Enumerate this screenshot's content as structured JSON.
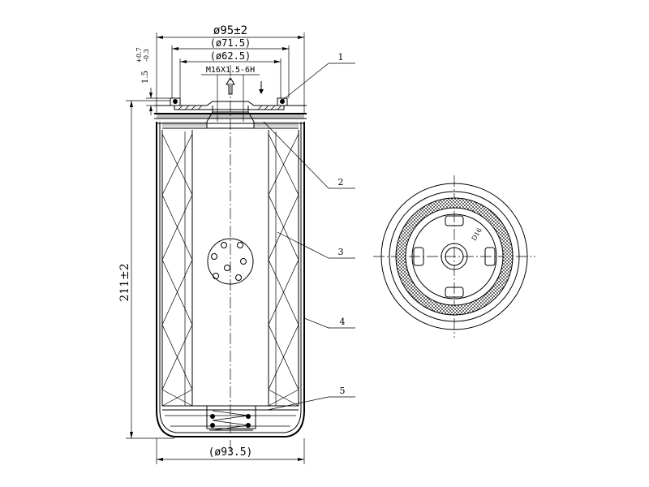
{
  "dimensions": {
    "outer_diameter": "ø95±2",
    "gasket_outer": "(ø71.5)",
    "gasket_inner": "(ø62.5)",
    "thread": "M16X1.5-6H",
    "height": "211±2",
    "bottom_diameter": "(ø93.5)",
    "gasket_height": "1.5",
    "gasket_tol_upper": "+0.7",
    "gasket_tol_lower": "-0.3"
  },
  "callouts": [
    "1",
    "2",
    "3",
    "4",
    "5"
  ],
  "top_view_mark": "D16",
  "icons": {
    "flow_arrow": "flow-up-arrow-icon",
    "small_arrow": "flow-down-arrow-icon"
  }
}
